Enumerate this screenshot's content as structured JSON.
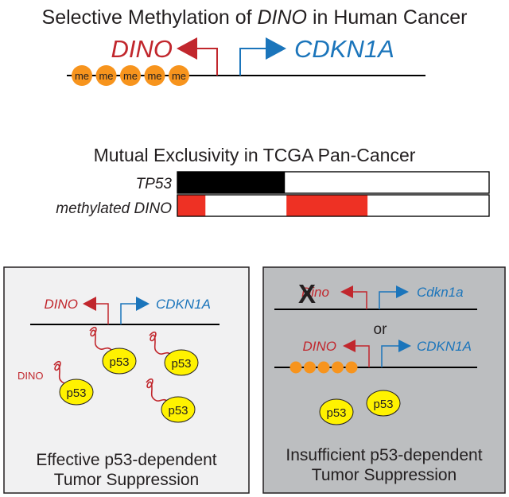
{
  "top": {
    "title_prefix": "Selective Methylation of ",
    "title_gene": "DINO",
    "title_suffix": " in Human Cancer",
    "gene_left": "DINO",
    "gene_right": "CDKN1A",
    "methyl_label": "me",
    "methyl_count": 5
  },
  "middle": {
    "title": "Mutual Exclusivity in TCGA Pan-Cancer",
    "rows": [
      {
        "label": "TP53",
        "segments": [
          [
            0.0,
            0.345
          ]
        ],
        "color": "#000000"
      },
      {
        "label": "methylated DINO",
        "segments": [
          [
            0.0,
            0.09
          ],
          [
            0.35,
            0.61
          ]
        ],
        "color": "#ee3124"
      }
    ]
  },
  "left_panel": {
    "gene_left": "DINO",
    "gene_right": "CDKN1A",
    "free_rna_label": "DINO",
    "protein_label": "p53",
    "caption_line1": "Effective p53-dependent",
    "caption_line2": "Tumor Suppression"
  },
  "right_panel": {
    "gene_left_mouse": "Dino",
    "gene_right_mouse": "Cdkn1a",
    "or_label": "or",
    "gene_left": "DINO",
    "gene_right": "CDKN1A",
    "protein_label": "p53",
    "caption_line1": "Insufficient p53-dependent",
    "caption_line2": "Tumor Suppression"
  },
  "colors": {
    "dino_red": "#c1272d",
    "cdkn1a_blue": "#1b75bb",
    "methyl_orange": "#f7941d",
    "p53_yellow": "#fff200",
    "bar_red": "#ee3124",
    "left_panel_bg": "#f1f1f2",
    "right_panel_bg": "#bcbec0"
  }
}
